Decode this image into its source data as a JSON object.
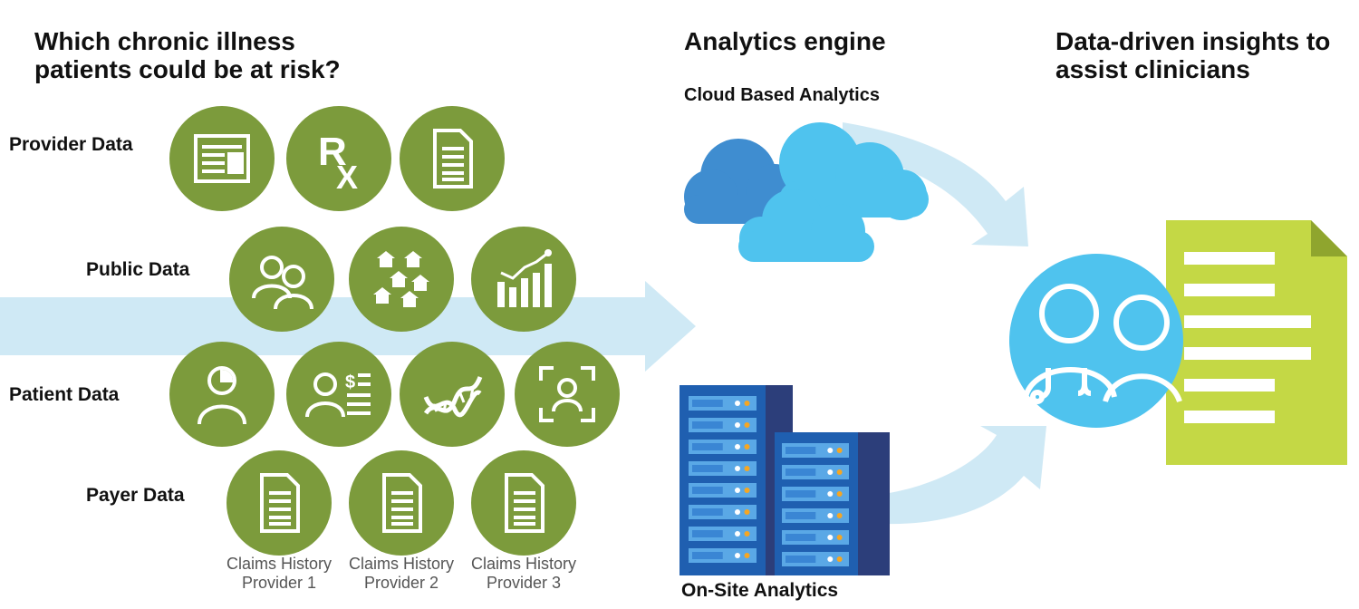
{
  "headings": {
    "left": [
      "Which chronic illness",
      "patients could be at risk?"
    ],
    "middle": "Analytics engine",
    "right": [
      "Data-driven insights to",
      "assist clinicians"
    ]
  },
  "cloud_label": "Cloud Based Analytics",
  "onsite_label": "On-Site Analytics",
  "rows": {
    "provider": "Provider Data",
    "public": "Public Data",
    "patient": "Patient Data",
    "payer": "Payer Data"
  },
  "icons": {
    "provider": [
      "news-document-icon",
      "prescription-rx-icon",
      "document-icon"
    ],
    "public": [
      "people-icon",
      "houses-icon",
      "growth-chart-icon"
    ],
    "patient": [
      "person-icon",
      "person-billing-icon",
      "dna-icon",
      "face-scan-icon"
    ],
    "payer": [
      "document-icon",
      "document-icon",
      "document-icon"
    ]
  },
  "rx_text": "Rx",
  "claims": [
    {
      "line1": "Claims History",
      "line2": "Provider 1"
    },
    {
      "line1": "Claims History",
      "line2": "Provider 2"
    },
    {
      "line1": "Claims History",
      "line2": "Provider 3"
    }
  ],
  "colors": {
    "green": "#7c9b3c",
    "arrow": "#cfe9f5",
    "cloud_dark": "#3f8dd0",
    "cloud_light": "#4fc3ee",
    "server_dark": "#2c3e7a",
    "server_mid": "#1f5fb0",
    "server_slot": "#5aa8e6",
    "led": "#f5a623",
    "doc_green": "#c4d845",
    "doctor_blue": "#4fc3ee"
  }
}
